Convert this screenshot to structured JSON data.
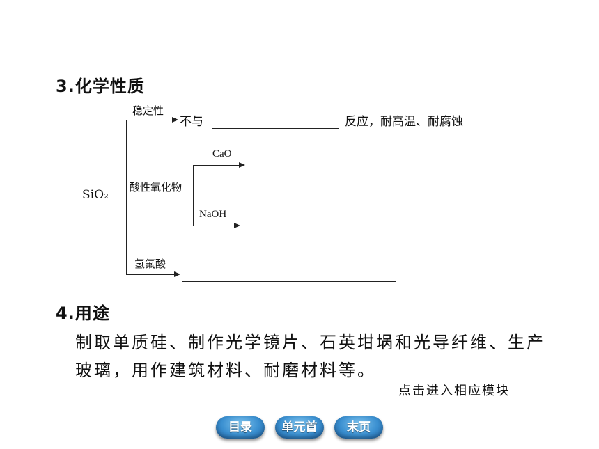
{
  "section3": {
    "heading": "3.化学性质",
    "root": "SiO₂",
    "branch_stable": {
      "label": "稳定性",
      "prefix": "不与",
      "suffix": "反应，耐高温、耐腐蚀"
    },
    "branch_acidic": {
      "label": "酸性氧化物",
      "sub1": "CaO",
      "sub2": "NaOH"
    },
    "branch_hf": {
      "label": "氢氟酸"
    }
  },
  "section4": {
    "heading": "4.用途",
    "line1": "制取单质硅、制作光学镜片、石英坩埚和光导纤维、生产",
    "line2": "玻璃，用作建筑材料、耐磨材料等。"
  },
  "hint": "点击进入相应模块",
  "nav": {
    "toc": "目录",
    "unit_first": "单元首",
    "last": "末页"
  }
}
